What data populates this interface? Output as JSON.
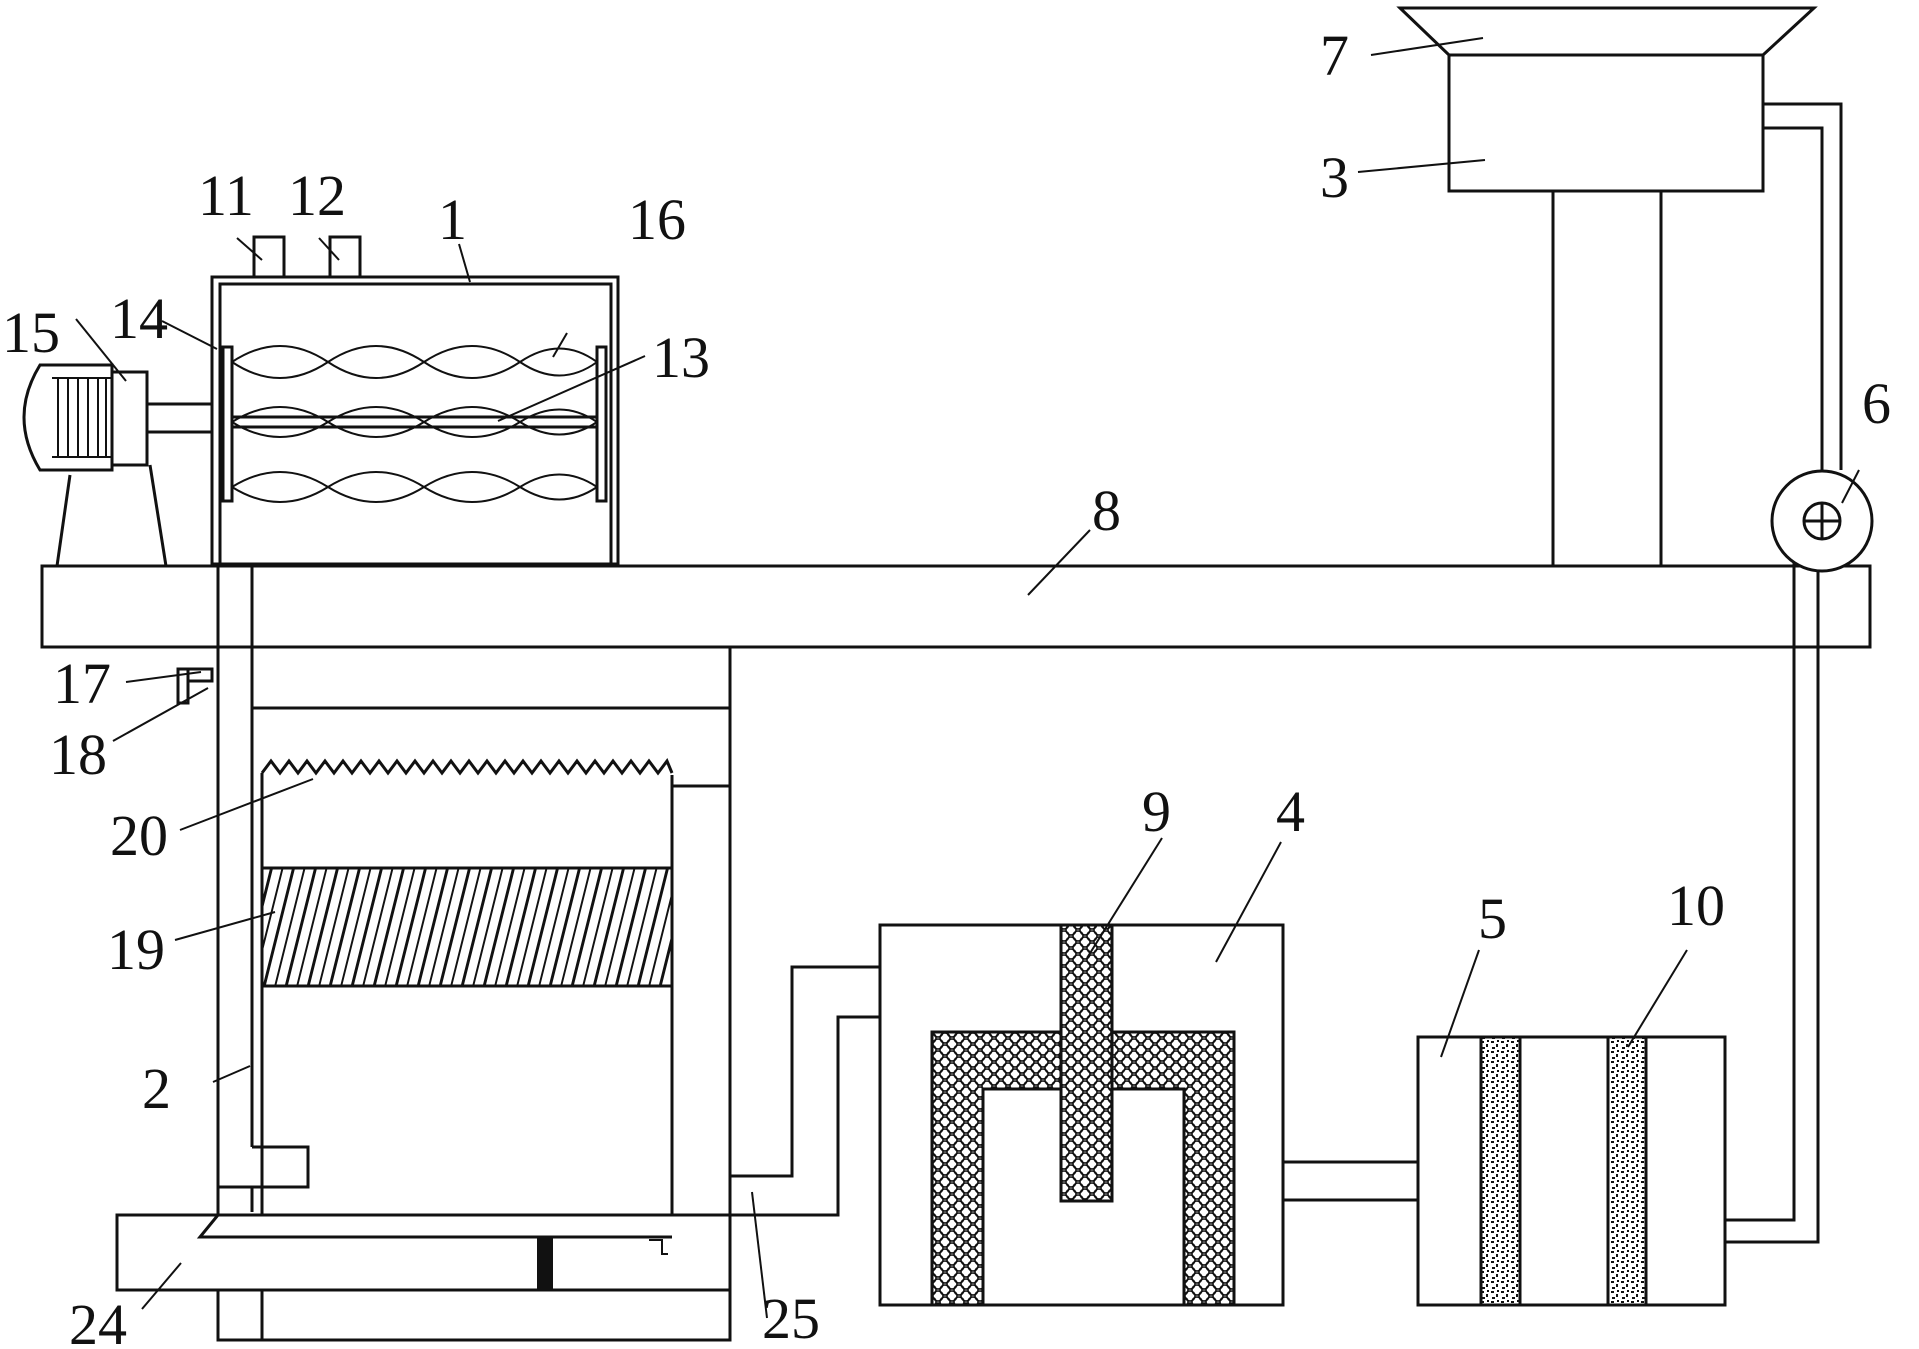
{
  "labels": {
    "n1": "1",
    "n2": "2",
    "n3": "3",
    "n4": "4",
    "n5": "5",
    "n6": "6",
    "n7": "7",
    "n8": "8",
    "n9": "9",
    "n10": "10",
    "n11": "11",
    "n12": "12",
    "n13": "13",
    "n14": "14",
    "n15": "15",
    "n16": "16",
    "n17": "17",
    "n18": "18",
    "n19": "19",
    "n20": "20",
    "n24": "24",
    "n25": "25"
  },
  "colors": {
    "line": "#111111",
    "background": "#ffffff"
  }
}
